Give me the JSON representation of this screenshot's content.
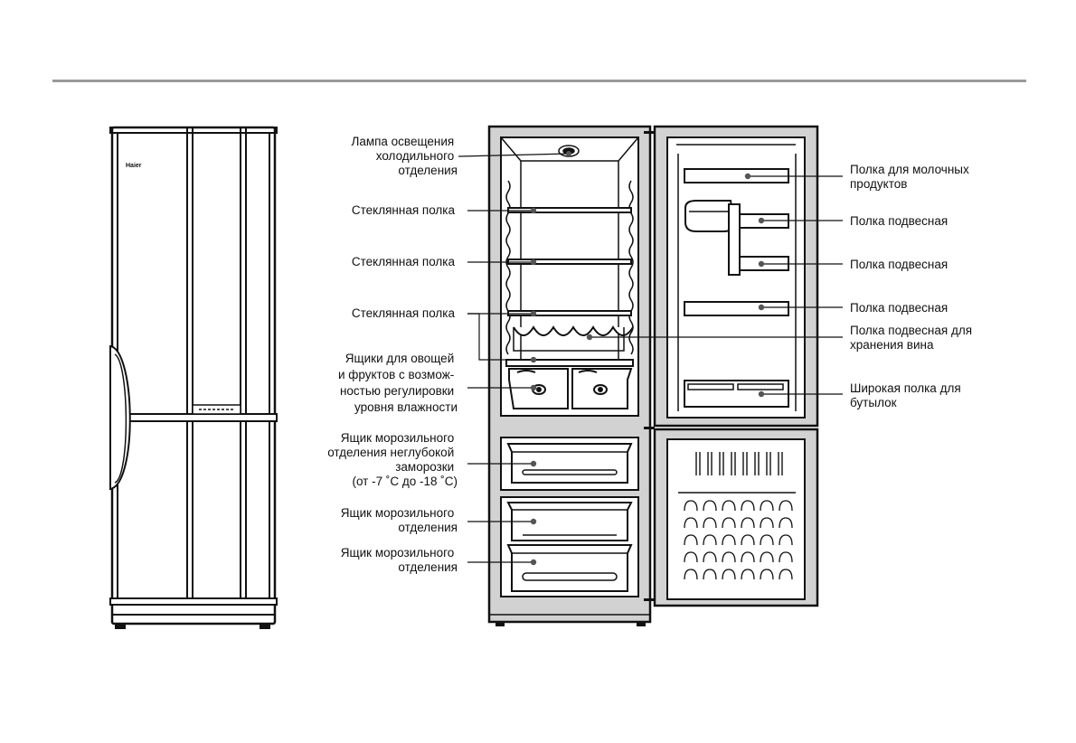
{
  "brand": {
    "logo_text": "Haier"
  },
  "left_callouts": {
    "lamp": [
      "Лампа освещения",
      "холодильного",
      "отделения"
    ],
    "shelf_1": [
      "Стеклянная полка"
    ],
    "shelf_2": [
      "Стеклянная полка"
    ],
    "shelf_3": [
      "Стеклянная полка"
    ],
    "crispers": [
      "Ящики для овощей",
      "и фруктов с возмож-",
      "ностью регулировки",
      "уровня влажности"
    ],
    "soft_freeze_drawer": [
      "Ящик морозильного",
      "отделения неглубокой",
      "заморозки",
      "(от -7 ˚С до -18 ˚С)"
    ],
    "freezer_drawer_1": [
      "Ящик морозильного",
      "отделения"
    ],
    "freezer_drawer_2": [
      "Ящик морозильного",
      "отделения"
    ]
  },
  "right_callouts": {
    "dairy_shelf": [
      "Полка для молочных",
      "продуктов"
    ],
    "door_shelf_1": [
      "Полка подвесная"
    ],
    "door_shelf_2": [
      "Полка подвесная"
    ],
    "door_shelf_3": [
      "Полка подвесная"
    ],
    "wine_shelf": [
      "Полка подвесная для",
      "хранения вина"
    ],
    "bottle_shelf": [
      "Широкая полка для",
      "бутылок"
    ]
  }
}
